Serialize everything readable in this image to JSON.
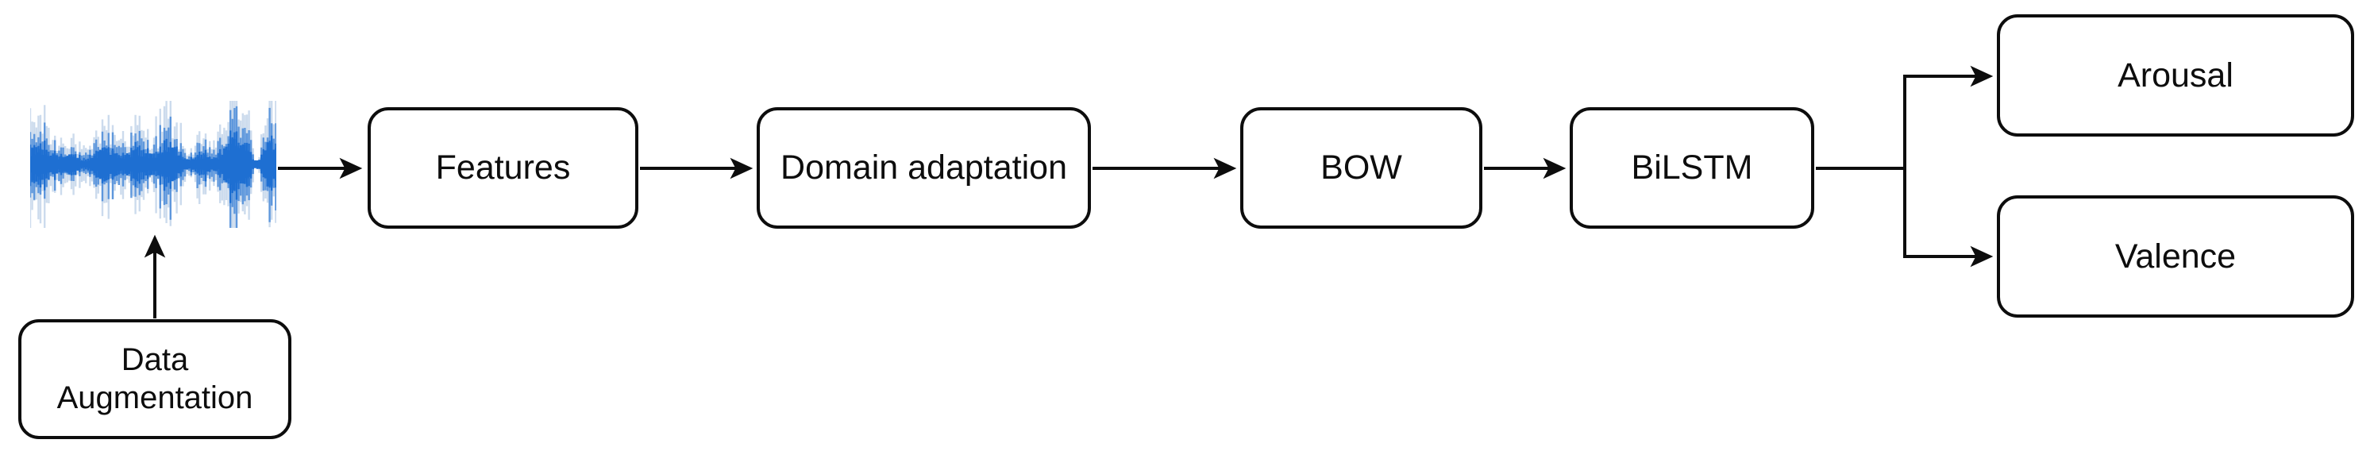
{
  "diagram": {
    "type": "flowchart",
    "background": "#ffffff",
    "stroke_color": "#0d0d0d",
    "node_fill": "#ffffff",
    "waveform": {
      "name": "audio-waveform",
      "color_main": "#1e6fd2",
      "color_mid": "#4a8bd8",
      "color_halo": "#a3bedf"
    },
    "nodes": {
      "data_augmentation": {
        "label": "Data Augmentation"
      },
      "features": {
        "label": "Features"
      },
      "domain_adaptation": {
        "label": "Domain adaptation"
      },
      "bow": {
        "label": "BOW"
      },
      "bilstm": {
        "label": "BiLSTM"
      },
      "arousal": {
        "label": "Arousal"
      },
      "valence": {
        "label": "Valence"
      }
    },
    "edges": [
      {
        "from": "audio-waveform",
        "to": "features"
      },
      {
        "from": "data_augmentation",
        "to": "audio-waveform"
      },
      {
        "from": "features",
        "to": "domain_adaptation"
      },
      {
        "from": "domain_adaptation",
        "to": "bow"
      },
      {
        "from": "bow",
        "to": "bilstm"
      },
      {
        "from": "bilstm",
        "to": "arousal"
      },
      {
        "from": "bilstm",
        "to": "valence"
      }
    ]
  }
}
